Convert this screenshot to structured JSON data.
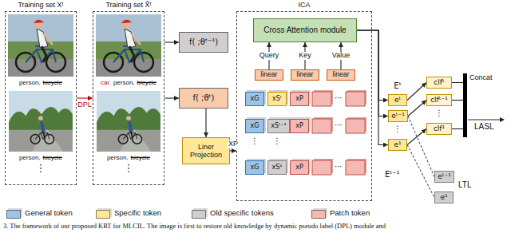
{
  "diagram": {
    "caption": "3. The framework of our proposed KRT for MLCIL. The image is first to restore old knowledge by dynamic pseudo label (DPL) module and",
    "nodes": [
      {
        "text": [
          "Training set Xᵗ",
          "person,",
          "bicycle",
          "person,",
          "bicycle"
        ]
      },
      {
        "text": [
          "Training set X̃ᵗ",
          "car,",
          "person,",
          "bicycle",
          "person,",
          "bicycle"
        ]
      },
      {
        "text": [
          "f( ;θᵗ⁻¹)"
        ]
      },
      {
        "text": [
          "f( ;θᵗ)"
        ]
      },
      {
        "text": [
          "Liner Projection"
        ]
      },
      {
        "text": [
          "ICA"
        ]
      },
      {
        "text": [
          "Cross Attention module"
        ],
        "in": 5
      },
      {
        "text": [
          "linear"
        ],
        "in": 5
      },
      {
        "text": [
          "linear"
        ],
        "in": 5
      },
      {
        "text": [
          "linear"
        ],
        "in": 5
      },
      {
        "text": [
          "xG"
        ],
        "in": 5
      },
      {
        "text": [
          "xSᵗ"
        ],
        "in": 5
      },
      {
        "text": [
          "xP"
        ],
        "in": 5
      },
      {
        "text": [
          "xG"
        ],
        "in": 5
      },
      {
        "text": [
          "xSᵗ⁻¹"
        ],
        "in": 5
      },
      {
        "text": [
          "xP"
        ],
        "in": 5
      },
      {
        "text": [
          "xG"
        ],
        "in": 5
      },
      {
        "text": [
          "xS¹"
        ],
        "in": 5
      },
      {
        "text": [
          "xP"
        ],
        "in": 5
      },
      {
        "text": [
          "eᵗ"
        ]
      },
      {
        "text": [
          "eᵗ⁻¹"
        ]
      },
      {
        "text": [
          "e¹"
        ]
      },
      {
        "text": [
          "clfᵗ"
        ]
      },
      {
        "text": [
          "clfᵗ⁻¹"
        ]
      },
      {
        "text": [
          "clf¹"
        ]
      },
      {
        "text": [
          "Concat"
        ]
      },
      {
        "text": [
          "eᵗ⁻¹"
        ]
      },
      {
        "text": [
          "e¹"
        ]
      }
    ],
    "edges": [
      {
        "from": 0,
        "to": 1,
        "arrow": "to",
        "label": "DPL"
      },
      {
        "from": 1,
        "to": 2,
        "arrow": "to"
      },
      {
        "from": 1,
        "to": 3,
        "arrow": "to"
      },
      {
        "from": 3,
        "to": 4,
        "arrow": "to"
      },
      {
        "from": 4,
        "to": 5,
        "arrow": "to",
        "label": "XP"
      },
      {
        "from": 7,
        "to": 6,
        "arrow": "to",
        "label": "Query"
      },
      {
        "from": 8,
        "to": 6,
        "arrow": "to",
        "label": "Key"
      },
      {
        "from": 9,
        "to": 6,
        "arrow": "to",
        "label": "Value"
      },
      {
        "from": 6,
        "to": 19,
        "arrow": "to"
      },
      {
        "from": 6,
        "to": 20,
        "arrow": "to"
      },
      {
        "from": 6,
        "to": 21,
        "arrow": "to"
      },
      {
        "from": 19,
        "to": 22,
        "arrow": "to"
      },
      {
        "from": 20,
        "to": 23,
        "arrow": "to"
      },
      {
        "from": 21,
        "to": 24,
        "arrow": "to"
      },
      {
        "from": 22,
        "to": 25,
        "arrow": "none"
      },
      {
        "from": 23,
        "to": 25,
        "arrow": "none"
      },
      {
        "from": 24,
        "to": 25,
        "arrow": "none"
      },
      {
        "from": 20,
        "to": 26,
        "arrow": "none"
      },
      {
        "from": 21,
        "to": 27,
        "arrow": "none"
      }
    ],
    "labels": [
      "⋮",
      "⋮",
      "⋯",
      "⋯",
      "⋮",
      "⋮",
      "⋯",
      "Eᵗ",
      "⋮",
      "⋮",
      "LASL",
      "Eᵗ⁻¹",
      "LTL"
    ],
    "legend": [
      {
        "text": "General token",
        "color": "#9dc3e6"
      },
      {
        "text": "Specific token",
        "color": "#ffe699"
      },
      {
        "text": "Old specific tokens",
        "color": "#d0cece"
      },
      {
        "text": "Patch token",
        "color": "#f4b9b2"
      }
    ]
  }
}
